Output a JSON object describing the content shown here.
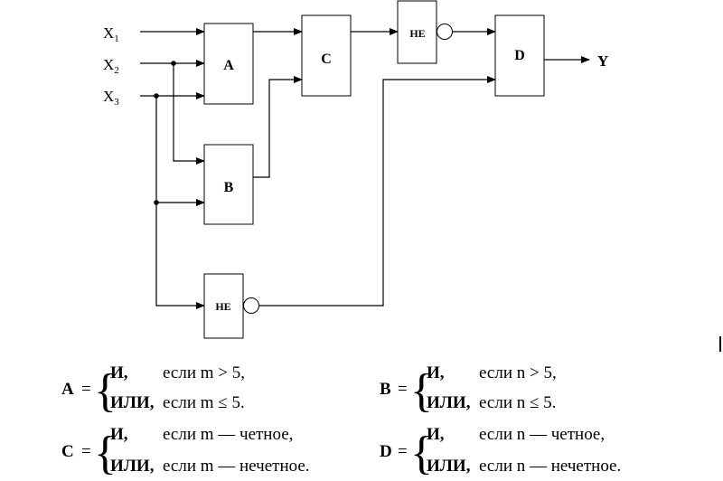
{
  "inputs": [
    {
      "main": "X",
      "sub": "1"
    },
    {
      "main": "X",
      "sub": "2"
    },
    {
      "main": "X",
      "sub": "3"
    }
  ],
  "output": "Y",
  "blocks": {
    "a": "A",
    "b": "B",
    "c": "C",
    "d": "D"
  },
  "not_label": "НЕ",
  "formulas": [
    {
      "name": "A",
      "eq": "=",
      "row1_op": "И,",
      "row1_cond": "если  m > 5,",
      "row2_op": "ИЛИ,",
      "row2_cond": "если  m ≤ 5."
    },
    {
      "name": "B",
      "eq": "=",
      "row1_op": "И,",
      "row1_cond": "если  n > 5,",
      "row2_op": "ИЛИ,",
      "row2_cond": "если  n ≤ 5."
    },
    {
      "name": "C",
      "eq": "=",
      "row1_op": "И,",
      "row1_cond": "если  m — четное,",
      "row2_op": "ИЛИ,",
      "row2_cond": "если  m — нечетное."
    },
    {
      "name": "D",
      "eq": "=",
      "row1_op": "И,",
      "row1_cond": "если  n — четное,",
      "row2_op": "ИЛИ,",
      "row2_cond": "если  n — нечетное."
    }
  ]
}
